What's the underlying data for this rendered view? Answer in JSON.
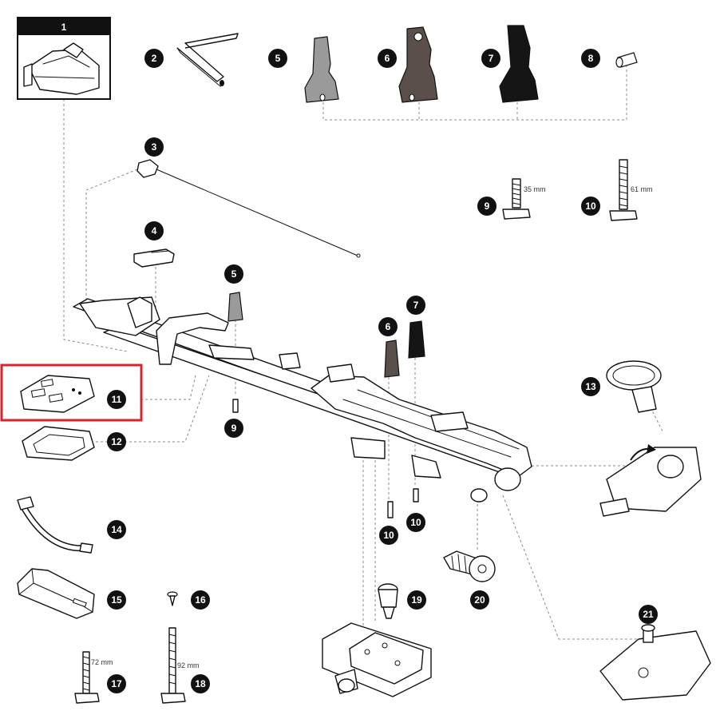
{
  "callouts": {
    "c1": "1",
    "c2": "2",
    "c3": "3",
    "c4": "4",
    "c5a": "5",
    "c6a": "6",
    "c7a": "7",
    "c8": "8",
    "c9a": "9",
    "c10a": "10",
    "c5b": "5",
    "c6b": "6",
    "c7b": "7",
    "c9b": "9",
    "c10b": "10",
    "c10c": "10",
    "c11": "11",
    "c12": "12",
    "c13": "13",
    "c14": "14",
    "c15": "15",
    "c16": "16",
    "c17": "17",
    "c18": "18",
    "c19": "19",
    "c20": "20",
    "c21": "21"
  },
  "dimensions": {
    "bolt_9": "35 mm",
    "bolt_10": "61 mm",
    "bolt_17": "72 mm",
    "bolt_18": "92 mm"
  },
  "colors": {
    "badge": "#111111",
    "highlight": "#d9232d",
    "clamp_light": "#9a9a9a",
    "clamp_medium": "#5a4f4b",
    "clamp_dark": "#151515"
  },
  "highlighted_part": "11"
}
